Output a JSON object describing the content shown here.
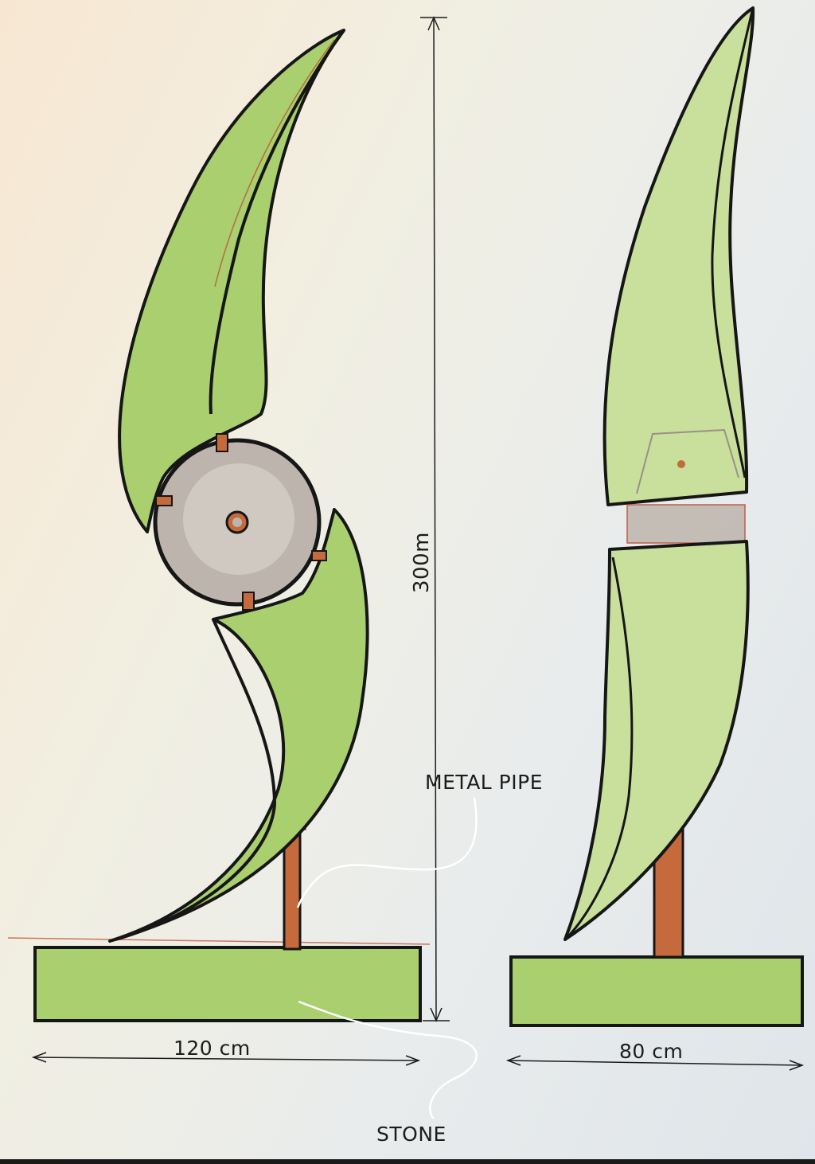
{
  "dimensions": {
    "height_label": "300m",
    "front_width_label": "120 cm",
    "side_width_label": "80 cm"
  },
  "callouts": {
    "pipe_label": "METAL PIPE",
    "stone_label": "STONE"
  },
  "colors": {
    "leaf_green": "#a9cf6e",
    "leaf_green_dark": "#86b94a",
    "outline": "#161616",
    "hub_grey": "#bdb5ad",
    "pipe_rust": "#c46a3c",
    "pencil_red": "#b9442c",
    "callout_white": "#ffffff"
  }
}
